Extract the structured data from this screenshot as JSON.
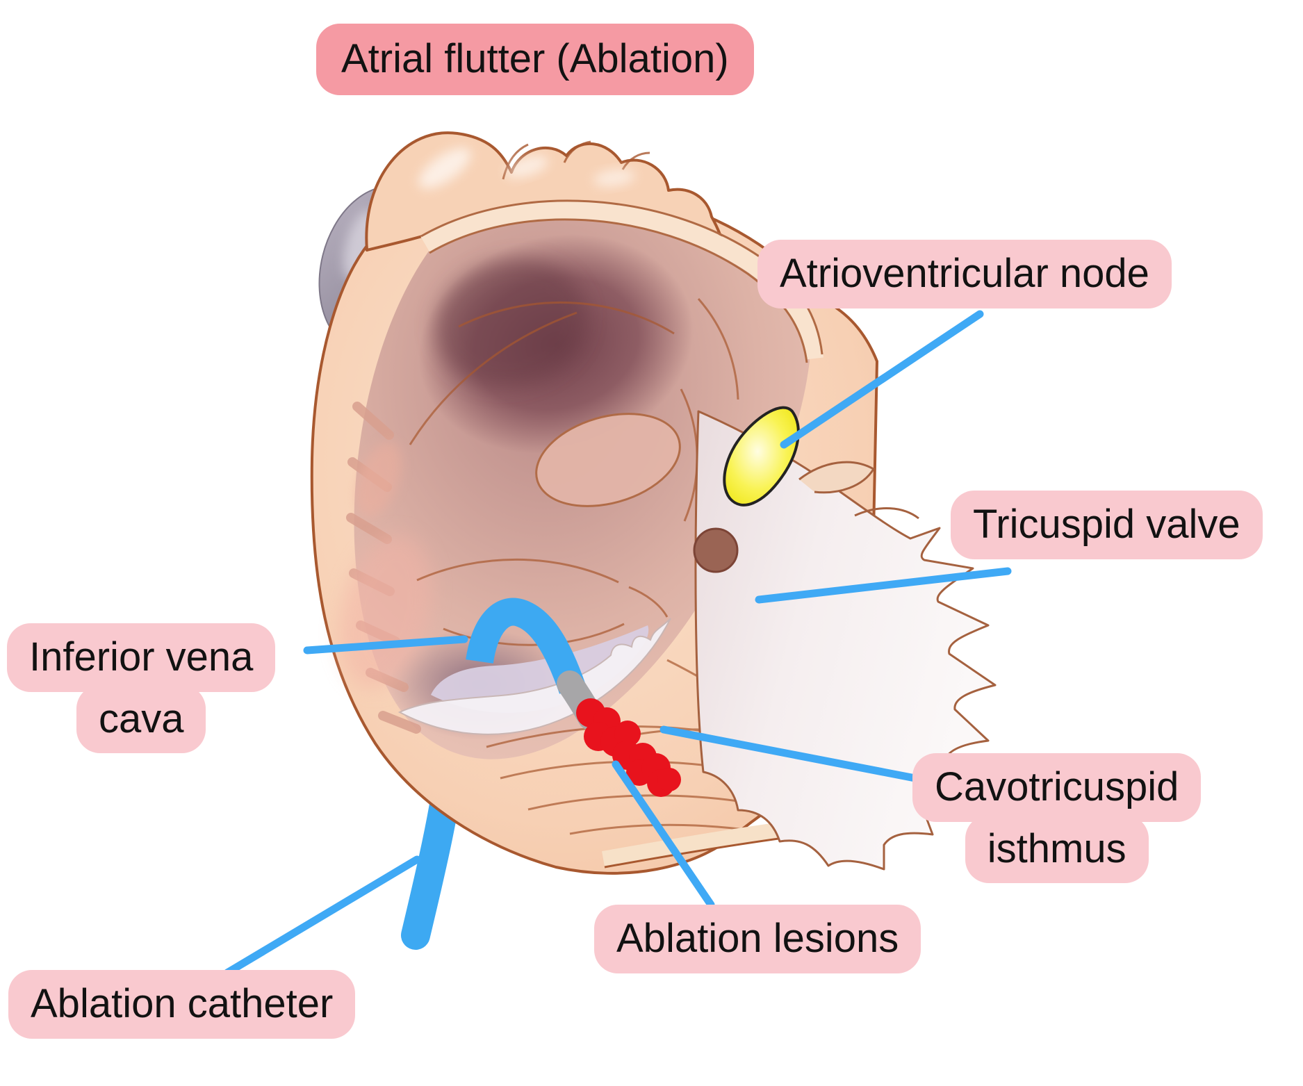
{
  "title": {
    "text": "Atrial flutter (Ablation)"
  },
  "labels": {
    "av_node": {
      "text": "Atrioventricular node"
    },
    "tricuspid_valve": {
      "text": "Tricuspid valve"
    },
    "inferior_vena_cava": {
      "line1": "Inferior vena",
      "line2": "cava"
    },
    "cavotricuspid_isthmus": {
      "line1": "Cavotricuspid",
      "line2": "isthmus"
    },
    "ablation_lesions": {
      "text": "Ablation lesions"
    },
    "ablation_catheter": {
      "text": "Ablation catheter"
    }
  },
  "colors": {
    "background": "#FFFFFF",
    "title_bg": "#F59AA3",
    "label_bg": "#F9C9CF",
    "label_text": "#121212",
    "leader_line": "#3FA9F5",
    "catheter_blue": "#3DA9F2",
    "catheter_tip_grey": "#A7A6A8",
    "lesion_red": "#E8131D",
    "av_node_yellow": "#F5EE2E",
    "av_node_outline": "#232323",
    "heart_wall": "#F7D0B4",
    "heart_outline": "#A8582F",
    "aorta_grey": "#9A93A3",
    "valve_white": "#F4ECEC",
    "cavity_dark": "#7C464F"
  }
}
